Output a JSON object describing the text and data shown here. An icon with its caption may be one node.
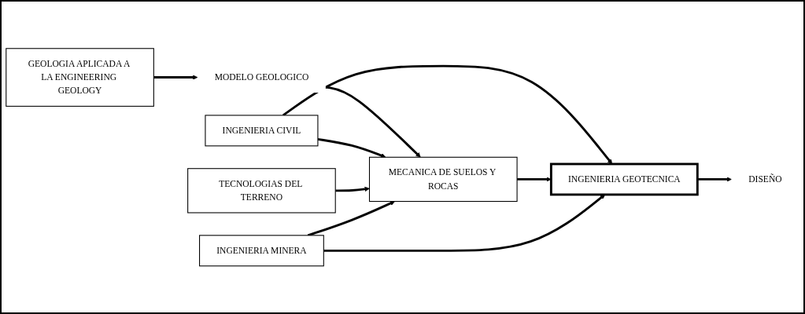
{
  "diagram": {
    "nodes": [
      {
        "text": [
          "GEOLOGIA APLICADA A LA ENGINEERING GEOLOGY"
        ]
      },
      {
        "text": [
          "MODELO GEOLOGICO"
        ]
      },
      {
        "text": [
          "INGENIERIA CIVIL"
        ]
      },
      {
        "text": [
          "MECANICA DE SUELOS Y ROCAS"
        ]
      },
      {
        "text": [
          "INGENIERIA GEOTECNICA"
        ]
      },
      {
        "text": [
          "DISEÑO"
        ]
      },
      {
        "text": [
          "TECNOLOGIAS DEL TERRENO"
        ]
      },
      {
        "text": [
          "INGENIERIA MINERA"
        ]
      }
    ],
    "edges": [
      {
        "from": 0,
        "to": 1,
        "arrow": "to"
      },
      {
        "from": 1,
        "to": 3,
        "arrow": "to"
      },
      {
        "from": 2,
        "to": 3,
        "arrow": "to"
      },
      {
        "from": 2,
        "to": 4,
        "arrow": "to"
      },
      {
        "from": 3,
        "to": 4,
        "arrow": "to"
      },
      {
        "from": 4,
        "to": 5,
        "arrow": "to"
      },
      {
        "from": 6,
        "to": 3,
        "arrow": "to"
      },
      {
        "from": 7,
        "to": 3,
        "arrow": "to"
      },
      {
        "from": 7,
        "to": 4,
        "arrow": "to"
      }
    ]
  }
}
